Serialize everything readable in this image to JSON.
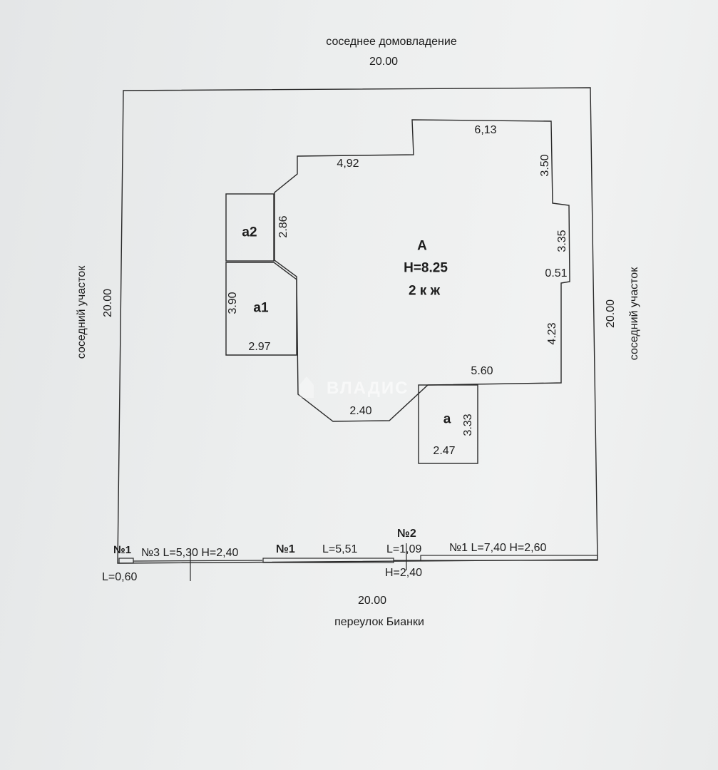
{
  "top": {
    "caption": "соседнее домовладение",
    "length": "20.00"
  },
  "bottom": {
    "length": "20.00",
    "caption": "переулок Бианки"
  },
  "left": {
    "caption": "соседний  участок",
    "length": "20.00"
  },
  "right": {
    "length": "20.00",
    "caption": "соседний  участок"
  },
  "building_A": {
    "letter": "А",
    "height": "Н=8.25",
    "floors": "2 к ж"
  },
  "dims_A": {
    "top_right": "6,13",
    "top_left": "4,92",
    "right_upper": "3.50",
    "right_mid": "3.35",
    "step": "0.51",
    "right_lower": "4.23",
    "bottom_right": "5.60",
    "bottom_mid": "2.40"
  },
  "annex_a2": {
    "label": "а2",
    "dim": "2.86"
  },
  "annex_a1": {
    "label": "а1",
    "dim_v": "3.90",
    "dim_h": "2.97"
  },
  "annex_a": {
    "label": "а",
    "dim_v": "3.33",
    "dim_h": "2.47"
  },
  "fence": {
    "n1_left": "№1",
    "l060": "L=0,60",
    "n3": "№3 L=5,30 Н=2,40",
    "n1_mid": "№1",
    "l551": "L=5,51",
    "n2": "№2",
    "l109": "L=1,09",
    "h240": "Н=2,40",
    "n1_right": "№1  L=7,40  Н=2,60"
  },
  "watermark": "ВЛАДИС"
}
